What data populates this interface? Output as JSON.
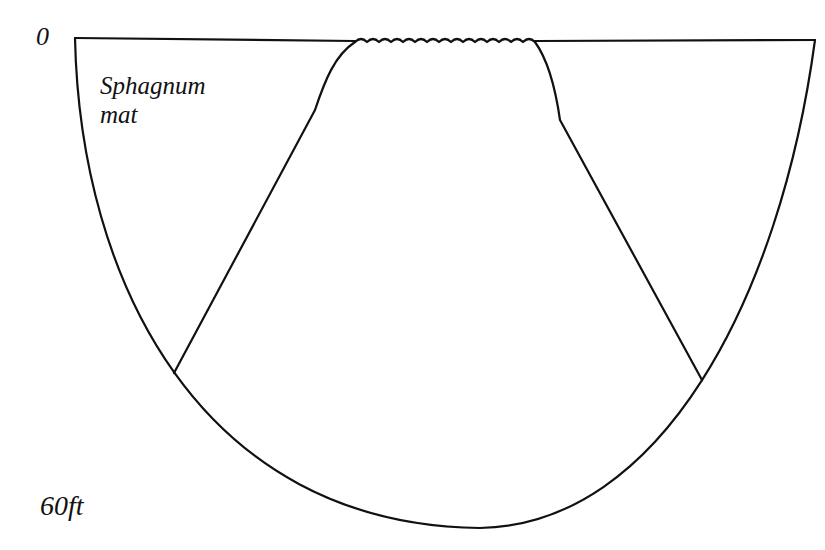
{
  "diagram": {
    "labels": [
      "0",
      "Sphagnum mat",
      "60ft"
    ]
  }
}
